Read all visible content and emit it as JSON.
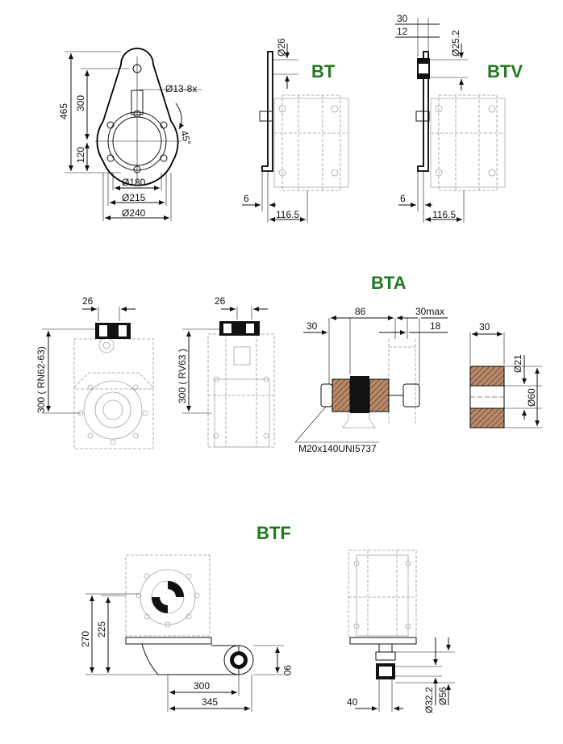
{
  "labels": {
    "bt": "BT",
    "btv": "BTV",
    "bta": "BTA",
    "btf": "BTF",
    "color": "#1f7a1f"
  },
  "plate": {
    "d465": "465",
    "d300": "300",
    "d120": "120",
    "holes": "Ø13-8x",
    "angle": "45°",
    "d180": "Ø180",
    "d215": "Ø215",
    "d240": "Ø240"
  },
  "bt": {
    "d26": "Ø26",
    "d6": "6",
    "d116": "116.5"
  },
  "btv": {
    "d30": "30",
    "d12": "12",
    "d252": "Ø25.2",
    "d6": "6",
    "d116": "116.5"
  },
  "bta": {
    "left_26": "26",
    "left_300": "300 ( RN62-63)",
    "mid_26": "26",
    "mid_300": "300 ( RV63 )",
    "bolt_30": "30",
    "bolt_86": "86",
    "bolt_30max": "30max",
    "bolt_18": "18",
    "bolt_callout": "M20x140UNI5737",
    "bush_30": "30",
    "bush_d21": "Ø21",
    "bush_d60": "Ø60"
  },
  "btf": {
    "d270": "270",
    "d225": "225",
    "d90": "90",
    "d300": "300",
    "d345": "345",
    "d40": "40",
    "d322": "Ø32.2",
    "d56": "Ø56"
  }
}
